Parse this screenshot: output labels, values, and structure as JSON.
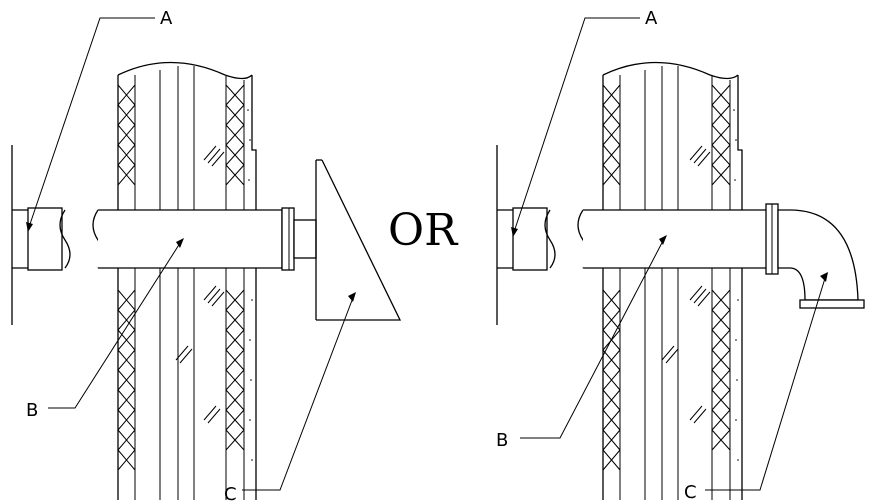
{
  "left": {
    "label_a": "A",
    "label_b": "B",
    "label_c": "C"
  },
  "separator": "OR",
  "right": {
    "label_a": "A",
    "label_b": "B",
    "label_c": "C"
  }
}
